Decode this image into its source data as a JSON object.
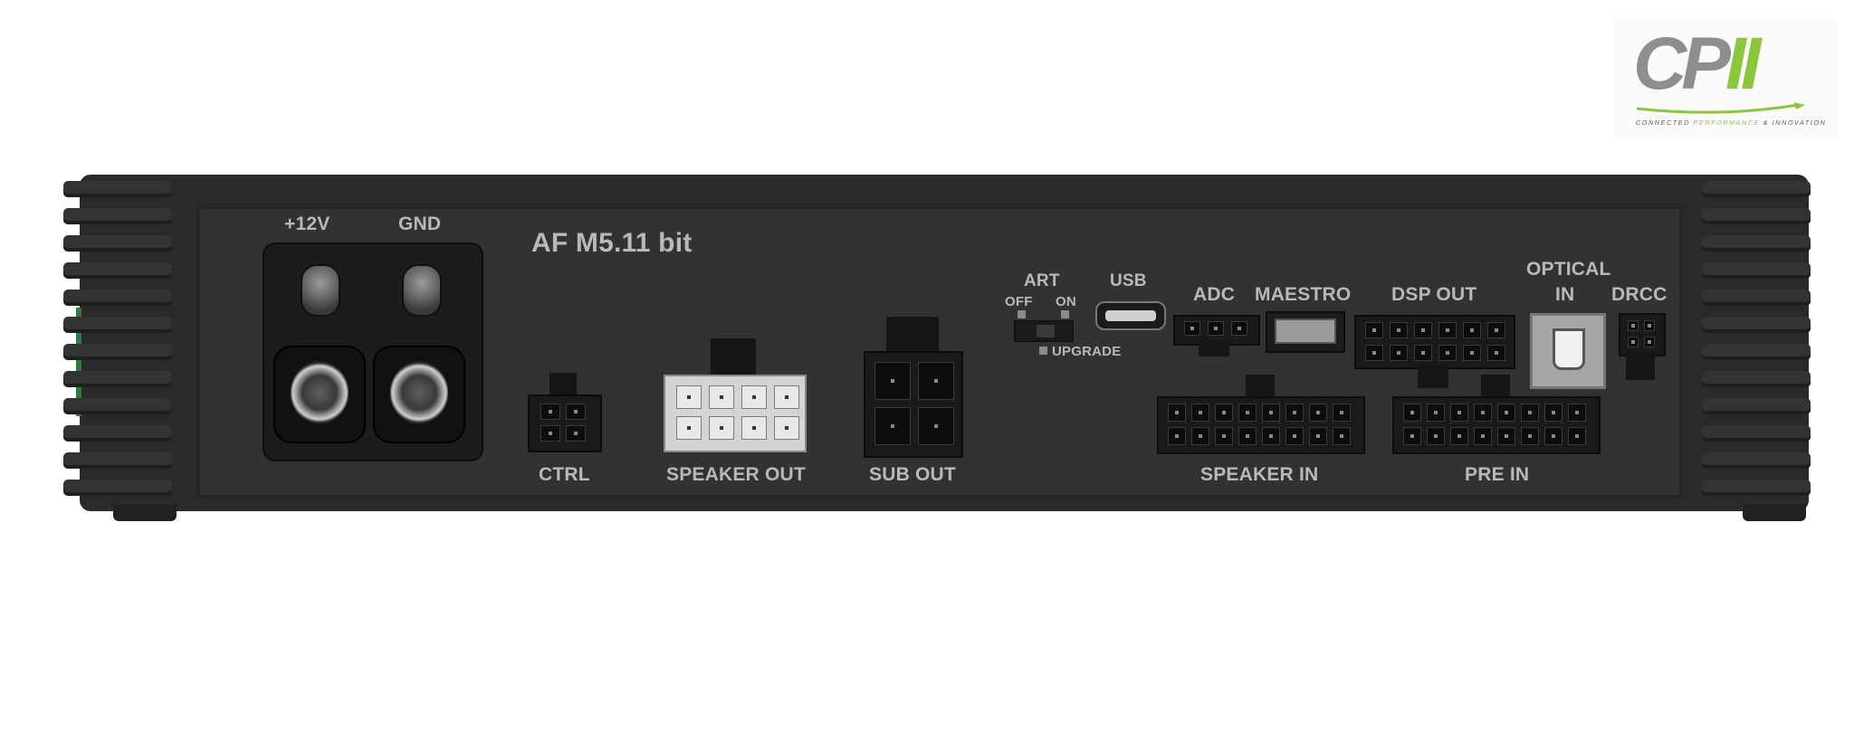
{
  "logo": {
    "mark_c": "CP",
    "mark_roman": "II",
    "tagline_a": "CONNECTED ",
    "tagline_b": "PERFORMANCE",
    "tagline_c": " & INNOVATION",
    "colors": {
      "green": "#8cc63f",
      "grey": "#8e8e8e"
    }
  },
  "device": {
    "model": "AF M5.11 bit",
    "power": {
      "plus": "+12V",
      "gnd": "GND"
    },
    "labels": {
      "ctrl": "CTRL",
      "speaker_out": "SPEAKER OUT",
      "sub_out": "SUB OUT",
      "art": "ART",
      "off": "OFF",
      "on": "ON",
      "upgrade": "UPGRADE",
      "usb": "USB",
      "adc": "ADC",
      "maestro": "MAESTRO",
      "dsp_out": "DSP OUT",
      "optical": "OPTICAL",
      "optical_in": "IN",
      "drcc": "DRCC",
      "speaker_in": "SPEAKER IN",
      "pre_in": "PRE IN"
    },
    "colors": {
      "housing": "#2a2a2a",
      "panel": "#323232",
      "label": "#b9b9b9"
    }
  }
}
